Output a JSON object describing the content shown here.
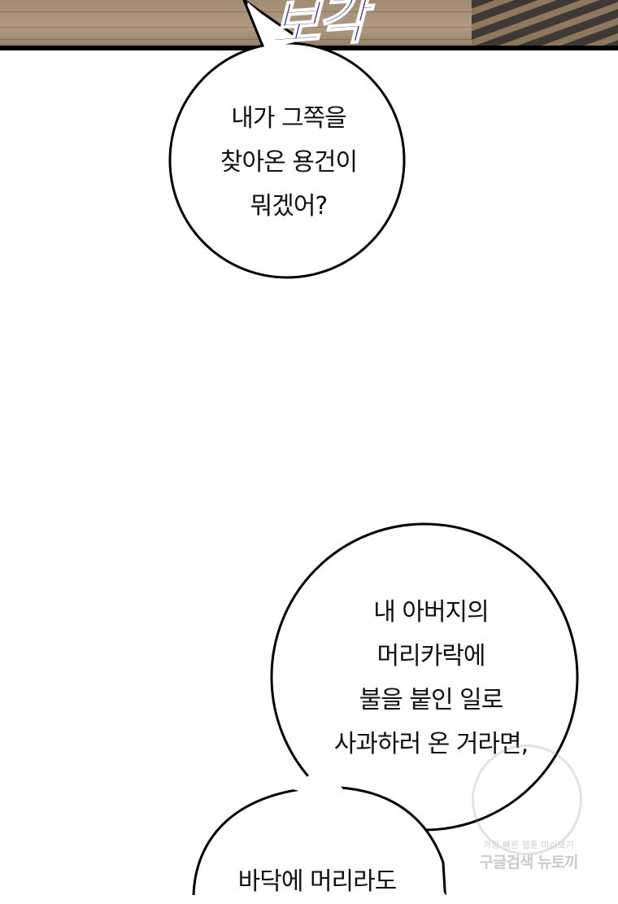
{
  "sound_effect": "보각",
  "bubbles": [
    {
      "lines": [
        "내가 그쪽을",
        "찾아온 용건이",
        "뭐겠어?"
      ]
    },
    {
      "lines": [
        "내 아버지의",
        "머리카락에",
        "불을 붙인 일로",
        "사과하러 온 거라면,"
      ]
    },
    {
      "lines": [
        "바닥에 머리라도"
      ]
    }
  ],
  "watermark": {
    "small_text": "가장 빠른 웹툰 미리보기",
    "big_text": "구글검색 뉴토끼"
  }
}
